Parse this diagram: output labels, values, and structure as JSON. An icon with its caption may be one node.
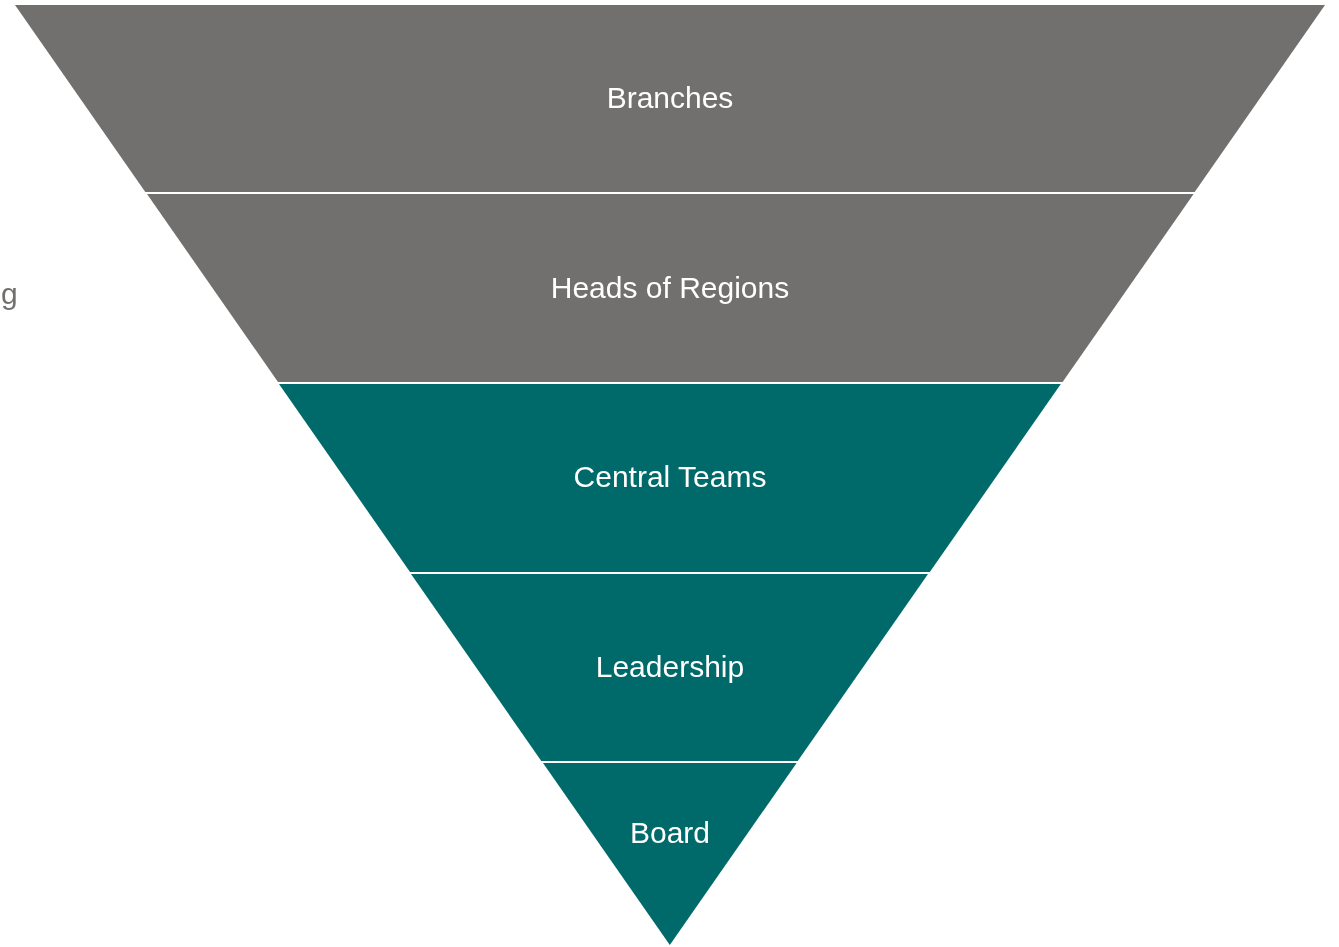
{
  "diagram": {
    "nodes": [
      {
        "text": [
          "Branches"
        ]
      },
      {
        "text": [
          "Heads of Regions"
        ]
      },
      {
        "text": [
          "Central Teams"
        ]
      },
      {
        "text": [
          "Leadership"
        ]
      },
      {
        "text": [
          "Board"
        ]
      }
    ],
    "labels": [
      "g"
    ]
  }
}
